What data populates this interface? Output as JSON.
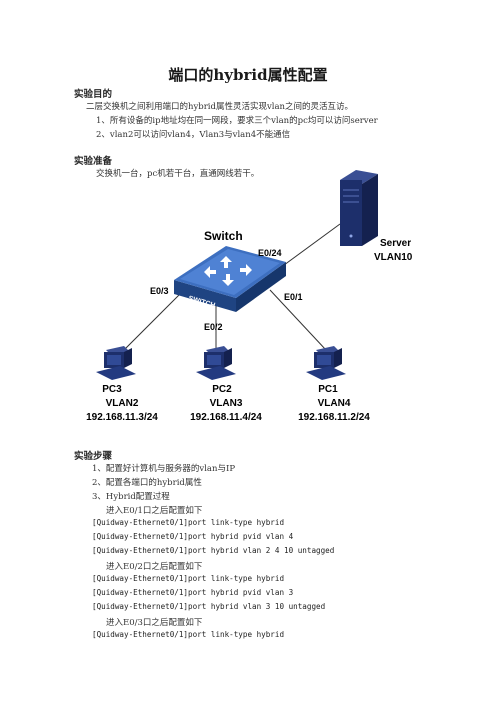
{
  "title": "端口的hybrid属性配置",
  "sections": {
    "purpose": {
      "heading": "实验目的",
      "intro": "二层交换机之间利用端口的hybrid属性灵活实现vlan之间的灵活互访。",
      "items": [
        "1、所有设备的ip地址均在同一网段，要求三个vlan的pc均可以访问server",
        "2、vlan2可以访问vlan4，Vlan3与vlan4不能通信"
      ]
    },
    "prep": {
      "heading": "实验准备",
      "text": "交换机一台，pc机若干台，直通网线若干。"
    },
    "steps": {
      "heading": "实验步骤",
      "items": [
        "1、配置好计算机与服务器的vlan与IP",
        "2、配置各端口的hybrid属性",
        "3、Hybrid配置过程"
      ],
      "sub": [
        {
          "type": "text",
          "value": "进入E0/1口之后配置如下"
        },
        {
          "type": "code",
          "value": "[Quidway-Ethernet0/1]port link-type hybrid"
        },
        {
          "type": "code",
          "value": "[Quidway-Ethernet0/1]port hybrid pvid vlan 4"
        },
        {
          "type": "code",
          "value": "[Quidway-Ethernet0/1]port hybrid vlan 2 4 10 untagged"
        },
        {
          "type": "text",
          "value": "进入E0/2口之后配置如下"
        },
        {
          "type": "code",
          "value": "[Quidway-Ethernet0/1]port link-type hybrid"
        },
        {
          "type": "code",
          "value": "[Quidway-Ethernet0/1]port hybrid pvid vlan 3"
        },
        {
          "type": "code",
          "value": "[Quidway-Ethernet0/1]port hybrid vlan 3 10 untagged"
        },
        {
          "type": "text",
          "value": "进入E0/3口之后配置如下"
        },
        {
          "type": "code",
          "value": "[Quidway-Ethernet0/1]port link-type hybrid"
        }
      ]
    }
  },
  "diagram": {
    "switch": {
      "name": "Switch",
      "badge": "SWITCH"
    },
    "ports": {
      "p24": "E0/24",
      "p3": "E0/3",
      "p2": "E0/2",
      "p1": "E0/1"
    },
    "server": {
      "name": "Server",
      "vlan": "VLAN10"
    },
    "pcs": [
      {
        "name": "PC3",
        "vlan": "VLAN2",
        "ip": "192.168.11.3/24"
      },
      {
        "name": "PC2",
        "vlan": "VLAN3",
        "ip": "192.168.11.4/24"
      },
      {
        "name": "PC1",
        "vlan": "VLAN4",
        "ip": "192.168.11.2/24"
      }
    ],
    "colors": {
      "switch": "#2f5fae",
      "device": "#1d2f6b",
      "link": "#333333"
    }
  }
}
